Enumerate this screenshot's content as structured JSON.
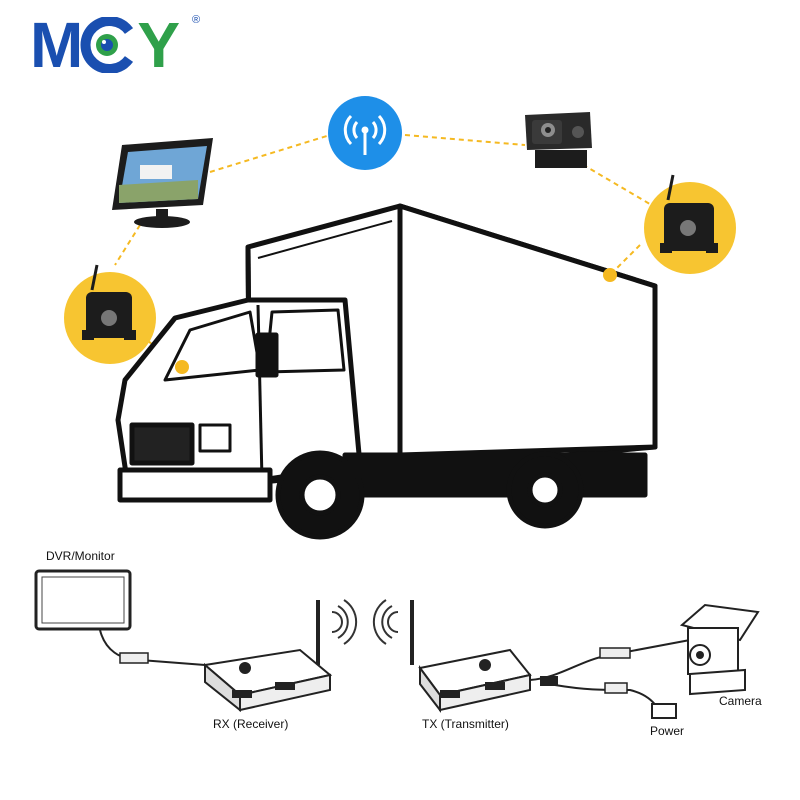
{
  "logo": {
    "text_m": "M",
    "text_y": "Y",
    "registered": "®",
    "accent_blue": "#1a4fb0",
    "accent_green": "#2fa04a"
  },
  "colors": {
    "dashed_link": "#f5b921",
    "highlight_circle": "#f7c531",
    "signal_circle": "#1e8fe8",
    "device_dark": "#1c1c1c"
  },
  "labels": {
    "dvr_monitor": "DVR/Monitor",
    "rx": "RX (Receiver)",
    "tx": "TX (Transmitter)",
    "camera": "Camera",
    "power": "Power"
  },
  "icons": [
    "wifi-signal-icon",
    "wireless-waves-icon"
  ]
}
